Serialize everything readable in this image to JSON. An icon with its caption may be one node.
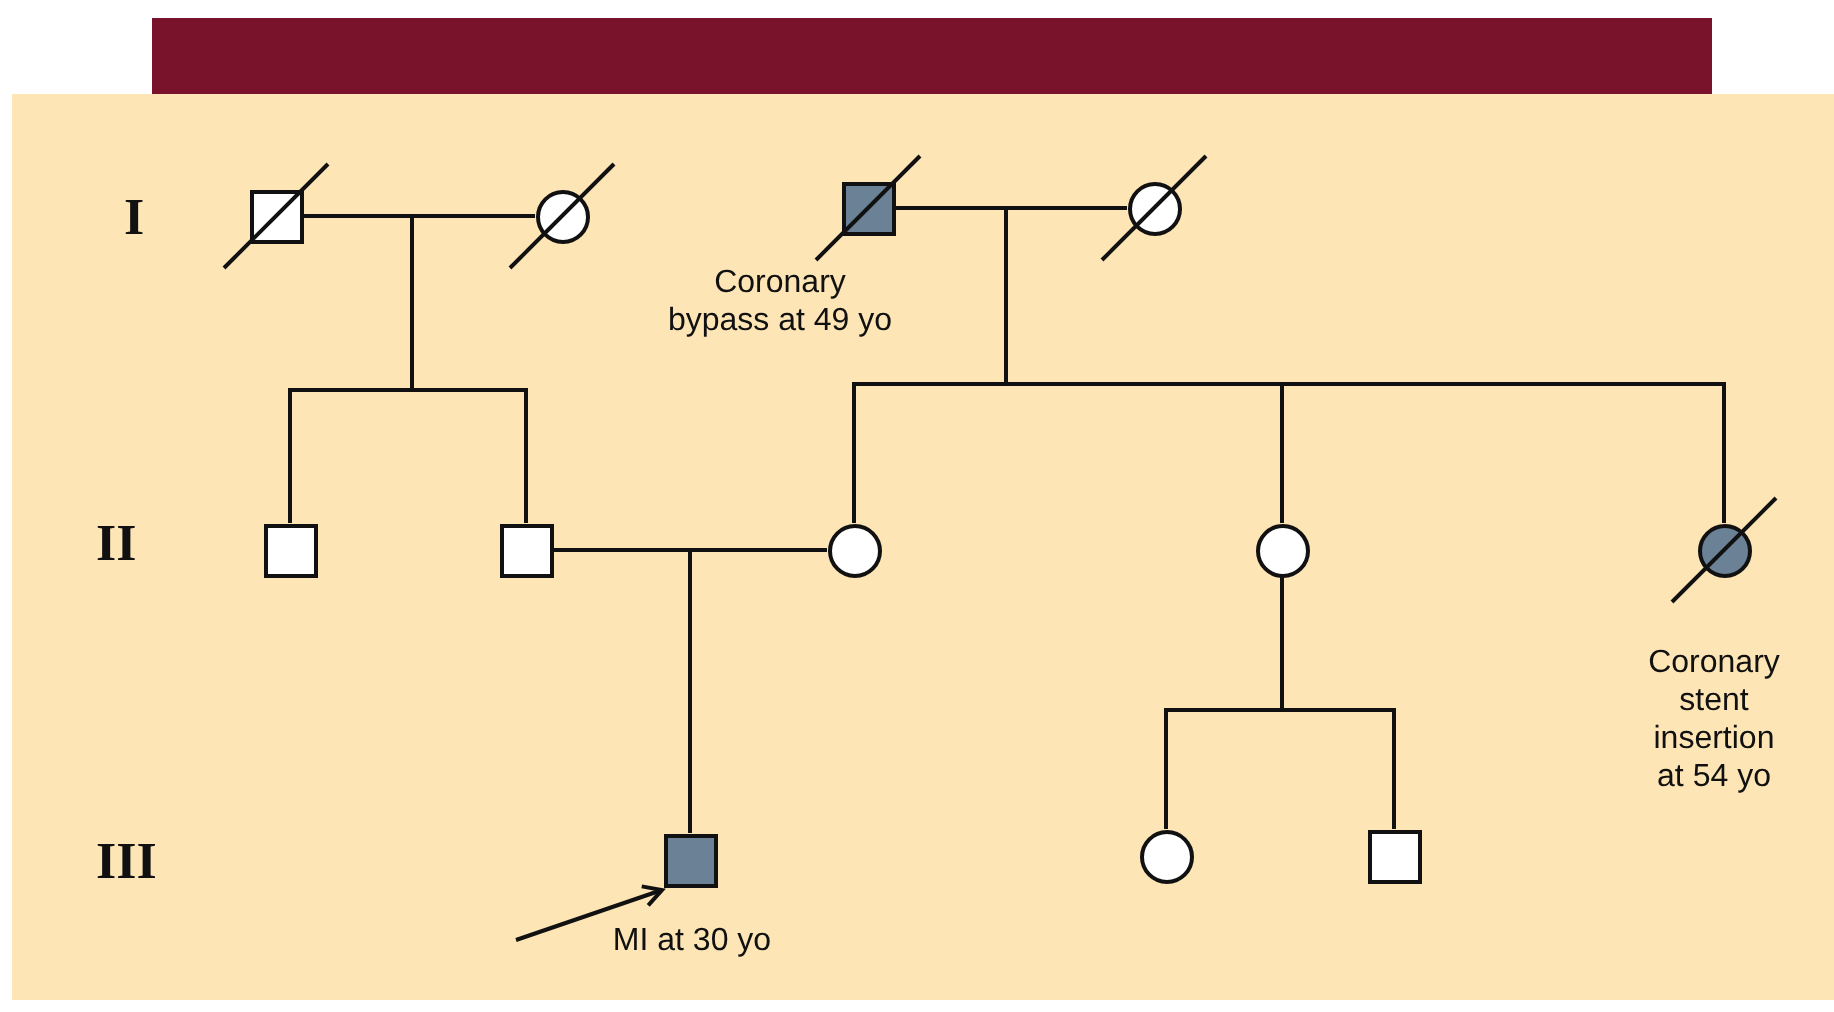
{
  "diagram": {
    "nodes": [
      {
        "text": [],
        "shape": "box"
      },
      {
        "text": [],
        "shape": "circle"
      },
      {
        "text": [],
        "shape": "box",
        "beside": [
          "Coronary bypass at 49 yo"
        ]
      },
      {
        "text": [],
        "shape": "circle"
      },
      {
        "text": [],
        "shape": "box"
      },
      {
        "text": [],
        "shape": "box"
      },
      {
        "text": [],
        "shape": "circle"
      },
      {
        "text": [],
        "shape": "circle"
      },
      {
        "text": [],
        "shape": "circle",
        "beside": [
          "Coronary stent insertion at 54 yo"
        ]
      },
      {
        "text": [],
        "shape": "box",
        "beside": [
          "MI at 30 yo"
        ]
      },
      {
        "text": [],
        "shape": "circle"
      },
      {
        "text": [],
        "shape": "box"
      }
    ],
    "edges": [
      {
        "from": 0,
        "to": 1,
        "arrow": "none"
      },
      {
        "from": 0,
        "to": 4,
        "arrow": "none"
      },
      {
        "from": 0,
        "to": 5,
        "arrow": "none"
      },
      {
        "from": 1,
        "to": 4,
        "arrow": "none"
      },
      {
        "from": 1,
        "to": 5,
        "arrow": "none"
      },
      {
        "from": 2,
        "to": 3,
        "arrow": "none"
      },
      {
        "from": 2,
        "to": 6,
        "arrow": "none"
      },
      {
        "from": 2,
        "to": 7,
        "arrow": "none"
      },
      {
        "from": 2,
        "to": 8,
        "arrow": "none"
      },
      {
        "from": 3,
        "to": 6,
        "arrow": "none"
      },
      {
        "from": 3,
        "to": 7,
        "arrow": "none"
      },
      {
        "from": 3,
        "to": 8,
        "arrow": "none"
      },
      {
        "from": 5,
        "to": 6,
        "arrow": "none"
      },
      {
        "from": 5,
        "to": 9,
        "arrow": "none"
      },
      {
        "from": 6,
        "to": 9,
        "arrow": "none"
      },
      {
        "from": 7,
        "to": 10,
        "arrow": "none"
      },
      {
        "from": 7,
        "to": 11,
        "arrow": "none"
      },
      {
        "from": null,
        "to": 9,
        "arrow": "to"
      }
    ],
    "labels": [
      "I",
      "II",
      "III"
    ]
  }
}
